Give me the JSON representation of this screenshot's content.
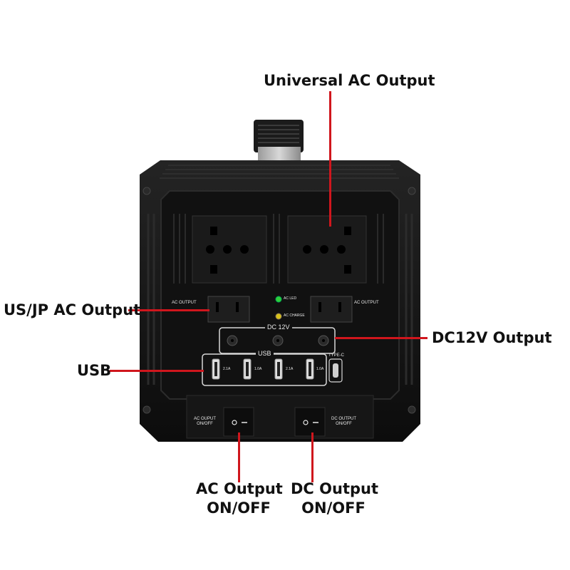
{
  "callouts": {
    "universal_ac": "Universal AC Output",
    "us_jp_ac": "US/JP AC Output",
    "usb": "USB",
    "dc12v": "DC12V Output",
    "ac_switch": [
      "AC Output",
      "ON/OFF"
    ],
    "dc_switch": [
      "DC Output",
      "ON/OFF"
    ]
  },
  "device_labels": {
    "ac_output_left": "AC OUTPUT",
    "ac_output_right": "AC OUTPUT",
    "ac_led": "AC LED",
    "ac_charge": "AC CHARGE",
    "dc_12v": "DC 12V",
    "usb": "USB",
    "type_c": "TYPE-C",
    "usb_ratings": [
      "2.1A",
      "1.0A",
      "2.1A",
      "1.0A"
    ],
    "ac_switch_label": [
      "AC OUPUT",
      "ON/OFF"
    ],
    "dc_switch_label": [
      "DC OUTPUT",
      "ON/OFF"
    ]
  },
  "colors": {
    "callout_line": "#d0161d",
    "body": "#151515",
    "led_green": "#2fcf3a",
    "led_yellow": "#d8c21a"
  }
}
